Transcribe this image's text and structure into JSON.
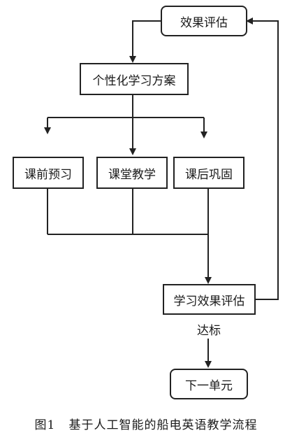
{
  "nodes": {
    "evaluation": "效果评估",
    "personalized_plan": "个性化学习方案",
    "preview": "课前预习",
    "classroom": "课堂教学",
    "review": "课后巩固",
    "learning_evaluation": "学习效果评估",
    "next_unit": "下一单元"
  },
  "edge_labels": {
    "pass": "达标"
  },
  "caption": {
    "number": "图1",
    "text": "基于人工智能的船电英语教学流程"
  }
}
